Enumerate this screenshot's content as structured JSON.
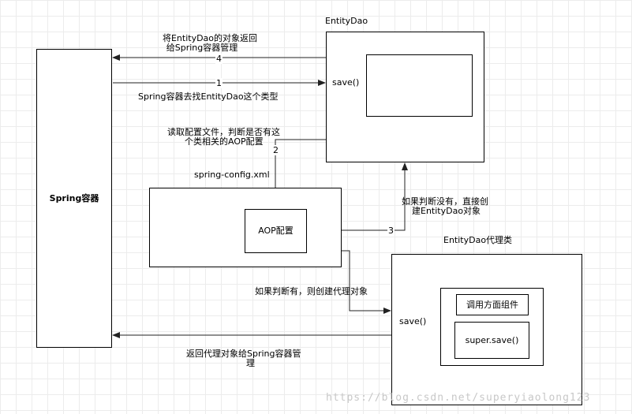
{
  "nodes": {
    "spring_container": "Spring容器",
    "entitydao_title": "EntityDao",
    "entitydao_save": "save()",
    "spring_config_title": "spring-config.xml",
    "aop_config": "AOP配置",
    "proxy_title": "EntityDao代理类",
    "proxy_save": "save()",
    "call_aspect": "调用方面组件",
    "super_save": "super.save()"
  },
  "edges": {
    "e4_label_line1": "将EntityDao的对象返回",
    "e4_label_line2": "给Spring容器管理",
    "e4_num": "4",
    "e1_num": "1",
    "e1_label": "Spring容器去找EntityDao这个类型",
    "e2_label_line1": "读取配置文件，判断是否有这",
    "e2_label_line2": "个类相关的AOP配置",
    "e2_num": "2",
    "e3_label_line1": "如果判断没有，直接创",
    "e3_label_line2": "建EntityDao对象",
    "e3_num": "3",
    "proxy_create_label": "如果判断有，则创建代理对象",
    "return_proxy_line1": "返回代理对象给Spring容器管",
    "return_proxy_line2": "理"
  },
  "watermark": "https://blog.csdn.net/superyiaolong123"
}
